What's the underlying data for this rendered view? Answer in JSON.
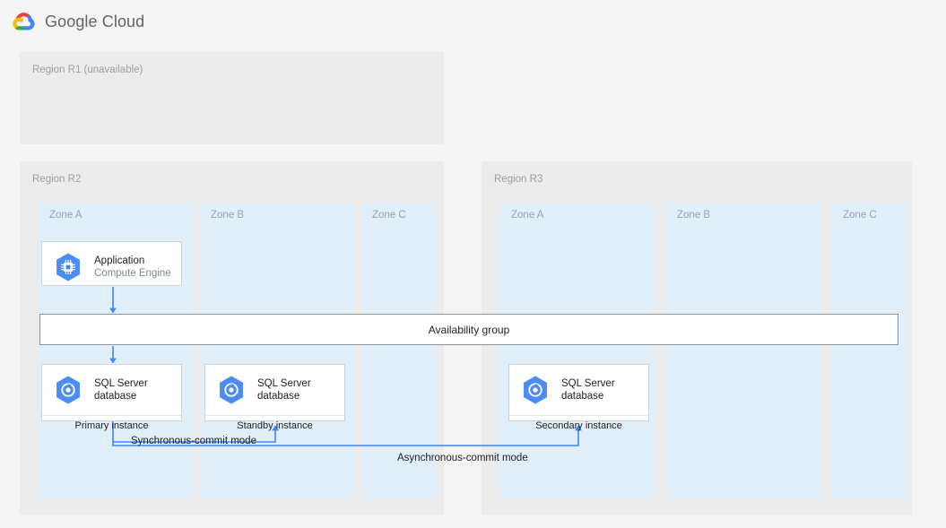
{
  "header": {
    "logo_icon": "google-cloud-logo",
    "wordmark": "Google Cloud"
  },
  "diagram": {
    "type": "architecture-diagram",
    "regions": [
      {
        "id": "r1",
        "label": "Region R1 (unavailable)",
        "state": "unavailable",
        "zones": []
      },
      {
        "id": "r2",
        "label": "Region R2",
        "state": "available",
        "zones": [
          {
            "id": "r2-zone-a",
            "label": "Zone A"
          },
          {
            "id": "r2-zone-b",
            "label": "Zone B"
          },
          {
            "id": "r2-zone-c",
            "label": "Zone C"
          }
        ]
      },
      {
        "id": "r3",
        "label": "Region R3",
        "state": "available",
        "zones": [
          {
            "id": "r3-zone-a",
            "label": "Zone A"
          },
          {
            "id": "r3-zone-b",
            "label": "Zone B"
          },
          {
            "id": "r3-zone-c",
            "label": "Zone C"
          }
        ]
      }
    ],
    "nodes": [
      {
        "id": "application",
        "icon": "compute-engine-icon",
        "title": "Application",
        "subtitle": "Compute Engine",
        "region": "r2",
        "zone": "Zone A"
      },
      {
        "id": "primary",
        "icon": "sql-server-database-icon",
        "title": "SQL Server\ndatabase",
        "footer": "Primary instance",
        "region": "r2",
        "zone": "Zone A"
      },
      {
        "id": "standby",
        "icon": "sql-server-database-icon",
        "title": "SQL Server\ndatabase",
        "footer": "Standby instance",
        "region": "r2",
        "zone": "Zone B"
      },
      {
        "id": "secondary",
        "icon": "sql-server-database-icon",
        "title": "SQL Server\ndatabase",
        "footer": "Secondary instance",
        "region": "r3",
        "zone": "Zone A"
      }
    ],
    "availability_group": {
      "label": "Availability group",
      "spans": [
        "r2",
        "r3"
      ]
    },
    "edges": [
      {
        "id": "app-to-ag",
        "from": "application",
        "to": "availability-group",
        "label": ""
      },
      {
        "id": "ag-to-primary",
        "from": "availability-group",
        "to": "primary",
        "label": ""
      },
      {
        "id": "primary-to-standby",
        "from": "primary",
        "to": "standby",
        "label": "Synchronous-commit mode"
      },
      {
        "id": "primary-to-secondary",
        "from": "primary",
        "to": "secondary",
        "label": "Asynchronous-commit mode"
      }
    ],
    "colors": {
      "page_background": "#f5f5f5",
      "region_background": "#ececec",
      "zone_background": "#e1effb",
      "card_background": "#ffffff",
      "connector": "#4285f4",
      "label_text": "#9aa0a6",
      "title_text": "#202124"
    }
  }
}
